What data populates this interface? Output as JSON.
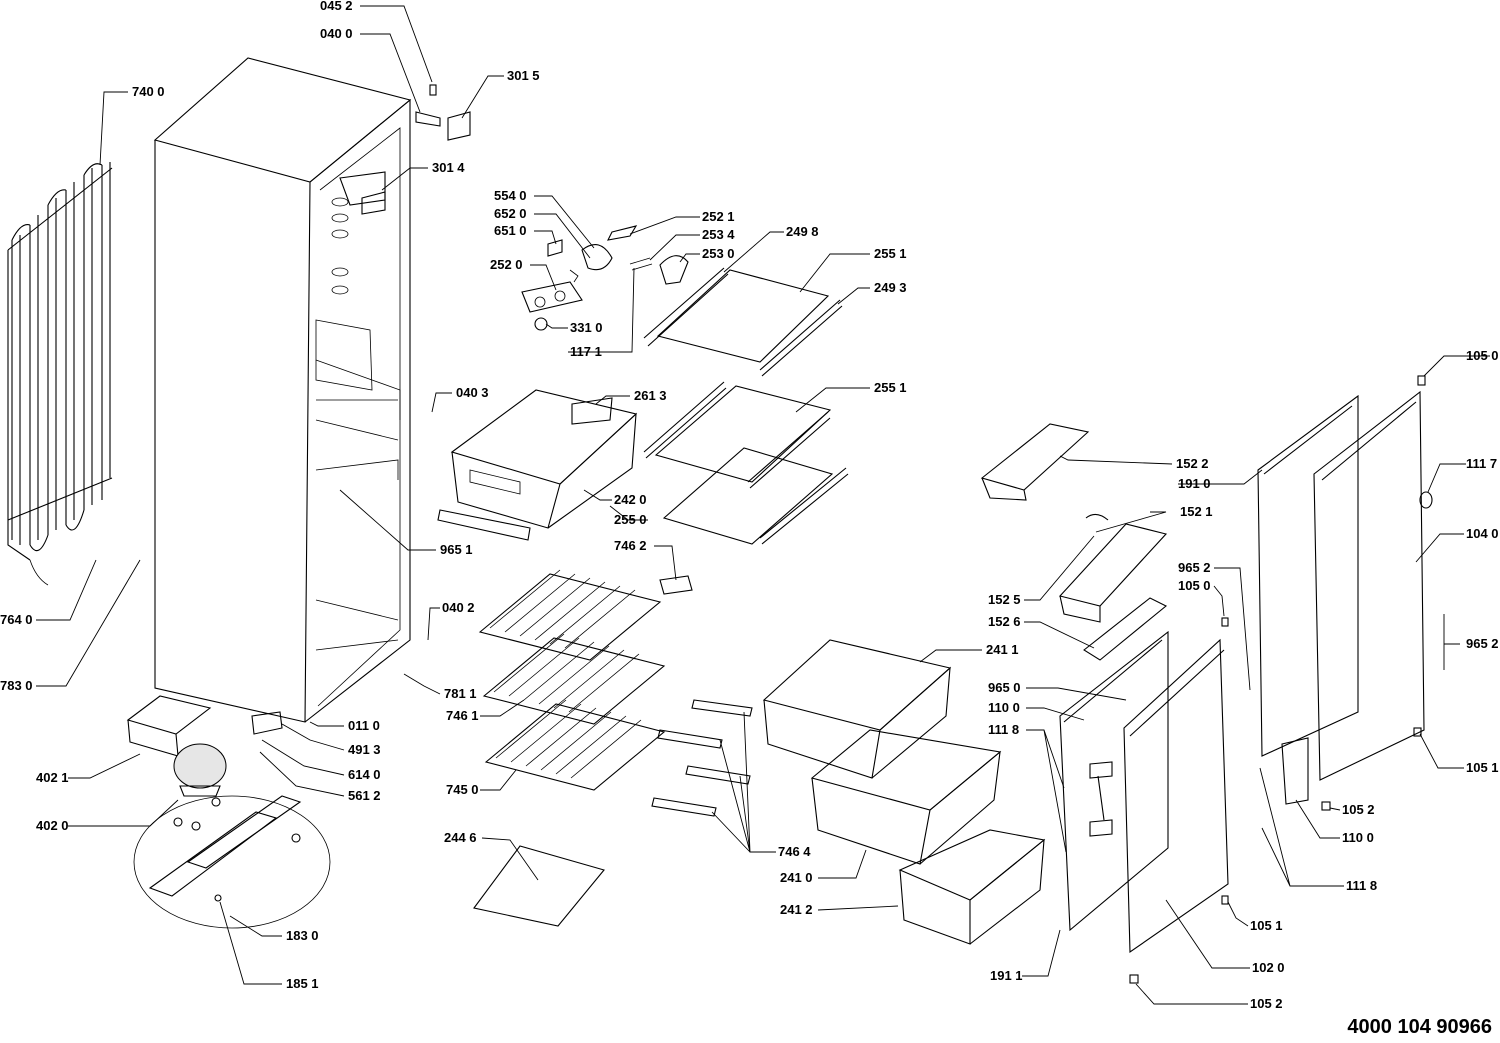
{
  "document_number": "4000 104 90966",
  "callouts": [
    {
      "id": "c-0452",
      "text": "045 2"
    },
    {
      "id": "c-0400",
      "text": "040 0"
    },
    {
      "id": "c-3015",
      "text": "301 5"
    },
    {
      "id": "c-7400",
      "text": "740 0"
    },
    {
      "id": "c-3014",
      "text": "301 4"
    },
    {
      "id": "c-5540",
      "text": "554 0"
    },
    {
      "id": "c-6520",
      "text": "652 0"
    },
    {
      "id": "c-6510",
      "text": "651 0"
    },
    {
      "id": "c-2520",
      "text": "252 0"
    },
    {
      "id": "c-3310",
      "text": "331 0"
    },
    {
      "id": "c-1171",
      "text": "117 1"
    },
    {
      "id": "c-2521",
      "text": "252 1"
    },
    {
      "id": "c-2534",
      "text": "253 4"
    },
    {
      "id": "c-2530",
      "text": "253 0"
    },
    {
      "id": "c-2498",
      "text": "249 8"
    },
    {
      "id": "c-2551a",
      "text": "255 1"
    },
    {
      "id": "c-2493",
      "text": "249 3"
    },
    {
      "id": "c-0403",
      "text": "040 3"
    },
    {
      "id": "c-2613",
      "text": "261 3"
    },
    {
      "id": "c-2551b",
      "text": "255 1"
    },
    {
      "id": "c-2420",
      "text": "242 0"
    },
    {
      "id": "c-2550",
      "text": "255 0"
    },
    {
      "id": "c-9651",
      "text": "965 1"
    },
    {
      "id": "c-7462",
      "text": "746 2"
    },
    {
      "id": "c-7640",
      "text": "764 0"
    },
    {
      "id": "c-7830",
      "text": "783 0"
    },
    {
      "id": "c-0402",
      "text": "040 2"
    },
    {
      "id": "c-7811",
      "text": "781 1"
    },
    {
      "id": "c-7461",
      "text": "746 1"
    },
    {
      "id": "c-0110",
      "text": "011 0"
    },
    {
      "id": "c-4913",
      "text": "491 3"
    },
    {
      "id": "c-6140",
      "text": "614 0"
    },
    {
      "id": "c-5612",
      "text": "561 2"
    },
    {
      "id": "c-4021",
      "text": "402 1"
    },
    {
      "id": "c-4020",
      "text": "402 0"
    },
    {
      "id": "c-7450",
      "text": "745 0"
    },
    {
      "id": "c-2446",
      "text": "244 6"
    },
    {
      "id": "c-7464",
      "text": "746 4"
    },
    {
      "id": "c-2410",
      "text": "241 0"
    },
    {
      "id": "c-2412",
      "text": "241 2"
    },
    {
      "id": "c-1830",
      "text": "183 0"
    },
    {
      "id": "c-1851",
      "text": "185 1"
    },
    {
      "id": "c-1522",
      "text": "152 2"
    },
    {
      "id": "c-1910",
      "text": "191 0"
    },
    {
      "id": "c-1521",
      "text": "152 1"
    },
    {
      "id": "c-1525",
      "text": "152 5"
    },
    {
      "id": "c-1526",
      "text": "152 6"
    },
    {
      "id": "c-2411",
      "text": "241 1"
    },
    {
      "id": "c-9650",
      "text": "965 0"
    },
    {
      "id": "c-1100a",
      "text": "110 0"
    },
    {
      "id": "c-1118a",
      "text": "111 8"
    },
    {
      "id": "c-9652a",
      "text": "965 2"
    },
    {
      "id": "c-1050a",
      "text": "105 0"
    },
    {
      "id": "c-1050b",
      "text": "105 0"
    },
    {
      "id": "c-1117",
      "text": "111 7"
    },
    {
      "id": "c-1040",
      "text": "104 0"
    },
    {
      "id": "c-9652b",
      "text": "965 2"
    },
    {
      "id": "c-1051a",
      "text": "105 1"
    },
    {
      "id": "c-1052a",
      "text": "105 2"
    },
    {
      "id": "c-1100b",
      "text": "110 0"
    },
    {
      "id": "c-1118b",
      "text": "111 8"
    },
    {
      "id": "c-1051b",
      "text": "105 1"
    },
    {
      "id": "c-1020",
      "text": "102 0"
    },
    {
      "id": "c-1911",
      "text": "191 1"
    },
    {
      "id": "c-1052b",
      "text": "105 2"
    }
  ]
}
